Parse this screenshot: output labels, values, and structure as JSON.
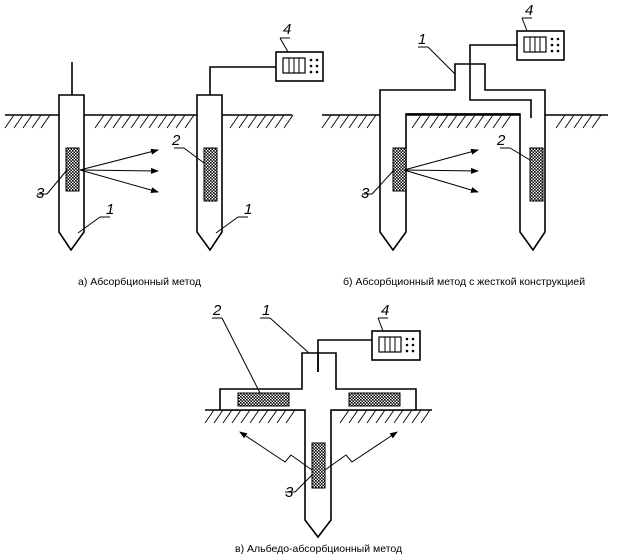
{
  "captions": {
    "a": "а) Абсорбционный метод",
    "b": "б) Абсорбционный метод с жесткой конструкцией",
    "c": "в) Альбедо-абсорбционный метод"
  },
  "labels": {
    "one": "1",
    "two": "2",
    "three": "3",
    "four": "4"
  }
}
